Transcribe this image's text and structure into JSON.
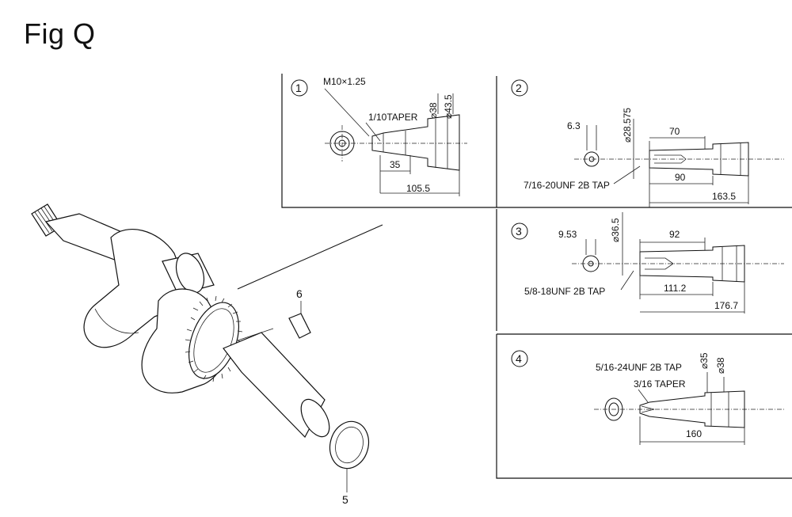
{
  "figure": {
    "title": "Fig Q"
  },
  "callouts": {
    "part_6": "6",
    "part_5": "5"
  },
  "variants": [
    {
      "index": "1",
      "labels": {
        "thread": "M10×1.25",
        "taper": "1/10TAPER",
        "dia_a": "⌀38",
        "dia_b": "⌀43.5",
        "len_a": "35",
        "len_b": "105.5"
      }
    },
    {
      "index": "2",
      "labels": {
        "offset": "6.3",
        "dia": "⌀28.575",
        "len_a": "70",
        "len_b": "90",
        "len_c": "163.5",
        "tap": "7/16-20UNF 2B TAP"
      }
    },
    {
      "index": "3",
      "labels": {
        "offset": "9.53",
        "dia": "⌀36.5",
        "len_a": "92",
        "len_b": "111.2",
        "len_c": "176.7",
        "tap": "5/8-18UNF 2B TAP"
      }
    },
    {
      "index": "4",
      "labels": {
        "tap": "5/16-24UNF 2B TAP",
        "dia_a": "⌀35",
        "dia_b": "⌀38",
        "taper": "3/16 TAPER",
        "len_a": "160"
      }
    }
  ]
}
